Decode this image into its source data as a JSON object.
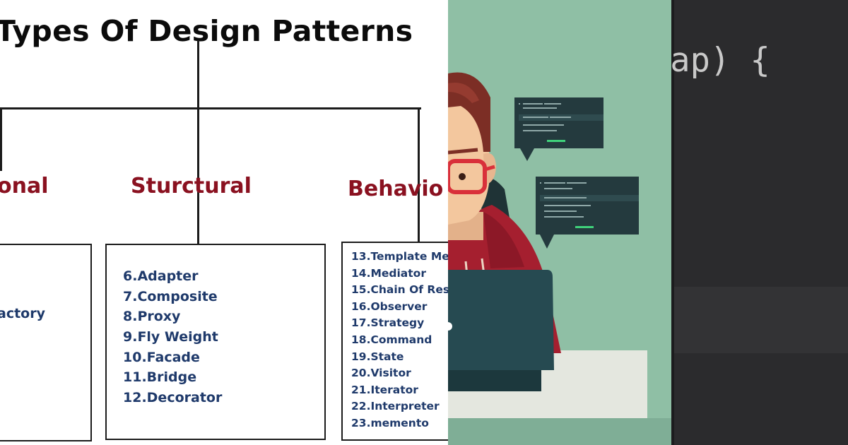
{
  "diagram": {
    "title": "Types Of Design Patterns",
    "categories": {
      "creational": "onal",
      "structural": "Sturctural",
      "behavioral": "Behavio"
    },
    "creational_items": [
      "actory"
    ],
    "structural_items": [
      "6.Adapter",
      "7.Composite",
      "8.Proxy",
      "9.Fly Weight",
      "10.Facade",
      "11.Bridge",
      "12.Decorator"
    ],
    "behavioral_items": [
      "13.Template Me",
      "14.Mediator",
      "15.Chain Of Res",
      "16.Observer",
      "17.Strategy",
      "18.Command",
      "19.State",
      "20.Visitor",
      "21.Iterator",
      "22.Interpreter",
      "23.memento"
    ],
    "colors": {
      "category": "#8a1120",
      "item": "#1f3a6b",
      "line": "#1b1b1b"
    }
  },
  "illustration": {
    "colors": {
      "background": "#8fbfa5",
      "hair": "#7c2e25",
      "skin": "#f3c79e",
      "hoodie": "#a51f2f",
      "glasses": "#d9303a",
      "laptop": "#264a51",
      "chat_bubble": "#243a3e",
      "desk": "#e4e7df"
    }
  },
  "code": {
    "text": "Map) {",
    "colors": {
      "background": "#2b2b2d",
      "text": "#c9c9c9",
      "current_line": "#333335"
    }
  }
}
